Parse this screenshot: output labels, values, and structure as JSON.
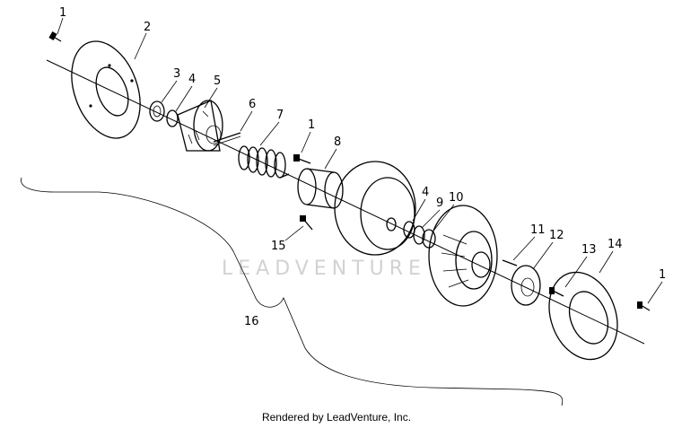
{
  "watermark": "LEADVENTURE",
  "footer": "Rendered by LeadVenture, Inc.",
  "callouts": {
    "c1a": "1",
    "c2": "2",
    "c3": "3",
    "c4a": "4",
    "c5": "5",
    "c6": "6",
    "c7": "7",
    "c1b": "1",
    "c8": "8",
    "c4b": "4",
    "c9": "9",
    "c10": "10",
    "c11": "11",
    "c12": "12",
    "c13": "13",
    "c14": "14",
    "c1c": "1",
    "c15": "15",
    "c16": "16"
  }
}
